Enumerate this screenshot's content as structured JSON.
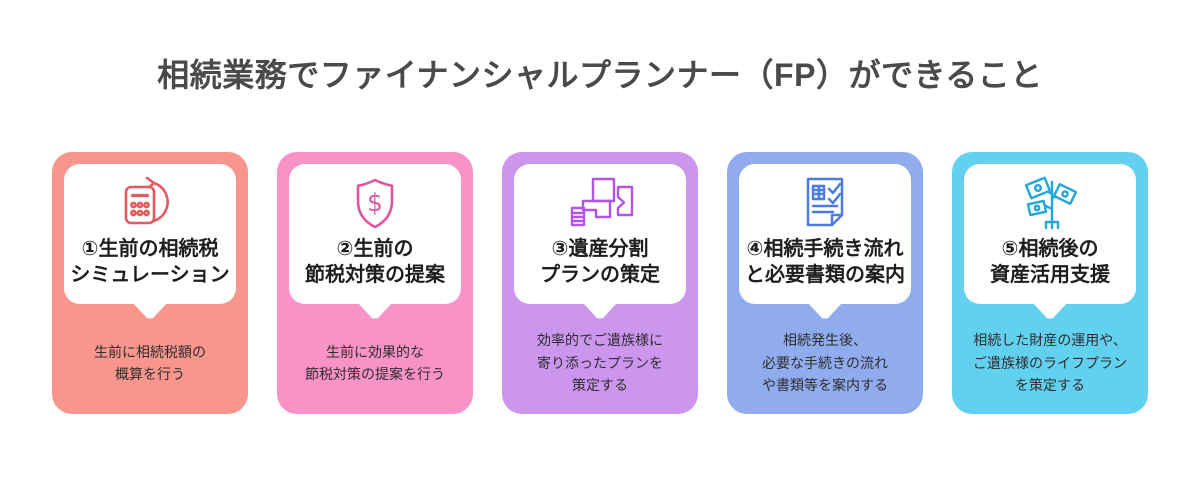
{
  "page": {
    "title": "相続業務でファイナンシャルプランナー（FP）ができること",
    "title_color": "#4a4a4a",
    "background": "#ffffff"
  },
  "cards": [
    {
      "icon": "calculator-refresh-icon",
      "bg_color": "#F8968E",
      "icon_color": "#E25B60",
      "title": "①生前の相続税\nシミュレーション",
      "description": "生前に相続税額の\n概算を行う"
    },
    {
      "icon": "shield-dollar-icon",
      "bg_color": "#F992C6",
      "icon_color": "#E0559F",
      "title": "②生前の\n節税対策の提案",
      "description": "生前に効果的な\n節税対策の提案を行う"
    },
    {
      "icon": "estate-division-icon",
      "bg_color": "#CC96EF",
      "icon_color": "#B254E8",
      "title": "③遺産分割\nプランの策定",
      "description": "効率的でご遺族様に\n寄り添ったプランを\n策定する"
    },
    {
      "icon": "document-checklist-icon",
      "bg_color": "#90ACEE",
      "icon_color": "#4C7CDF",
      "title": "④相続手続き流れ\nと必要書類の案内",
      "description": "相続発生後、\n必要な手続きの流れ\nや書類等を案内する"
    },
    {
      "icon": "money-tree-icon",
      "bg_color": "#62D1F0",
      "icon_color": "#23A6DA",
      "title": "⑤相続後の\n資産活用支援",
      "description": "相続した財産の運用や、\nご遺族様のライフプラン\nを策定する"
    }
  ]
}
